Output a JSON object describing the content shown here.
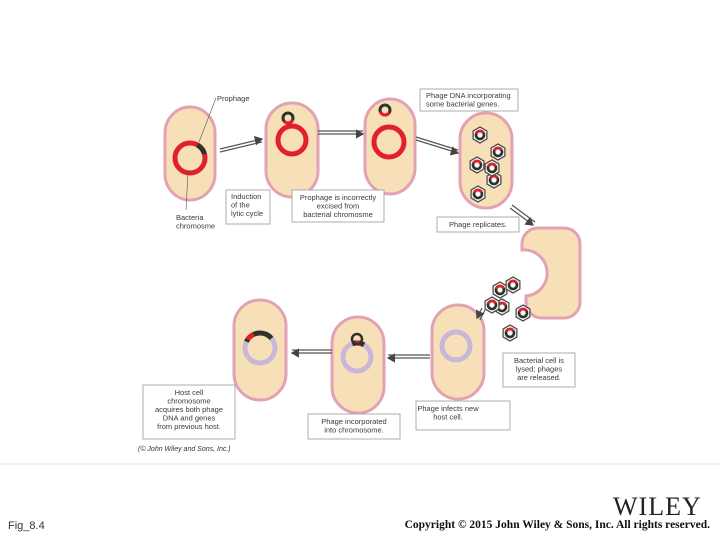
{
  "figure": {
    "labels": {
      "prophage": "Prophage",
      "bacterial_chromosome": [
        "Bacteria",
        "chromosme"
      ],
      "induction": [
        "Induction",
        "of the",
        "lytic cycle"
      ],
      "excised": [
        "Prophage is incorrectly",
        "excised from",
        "bacterial chromosme"
      ],
      "incorporating": [
        "Phage DNA incorporating",
        "some bacterial genes."
      ],
      "replicates": [
        "Phage replicates."
      ],
      "lysed": [
        "Bacterial cell is",
        "lysed; phages",
        "are released."
      ],
      "infects": [
        "Phage infects new",
        "host cell."
      ],
      "incorporated": [
        "Phage incorporated",
        "into chromosome."
      ],
      "host_chromosome": [
        "Host cell",
        "chromosome",
        "acquires both phage",
        "DNA and genes",
        "from previous host."
      ]
    },
    "credit": "(© John Wiley and Sons, Inc.)",
    "colors": {
      "cell_outline": "#e3a2b3",
      "cell_fill": "#f7e0b8",
      "bacterial_dna": "#e2202b",
      "phage_dna": "#2e3328",
      "host_dna": "#c9b7d8"
    }
  },
  "footer": {
    "fig_label": "Fig_8.4",
    "brand": "WILEY",
    "copyright": "Copyright © 2015 John Wiley & Sons, Inc. All rights reserved."
  }
}
